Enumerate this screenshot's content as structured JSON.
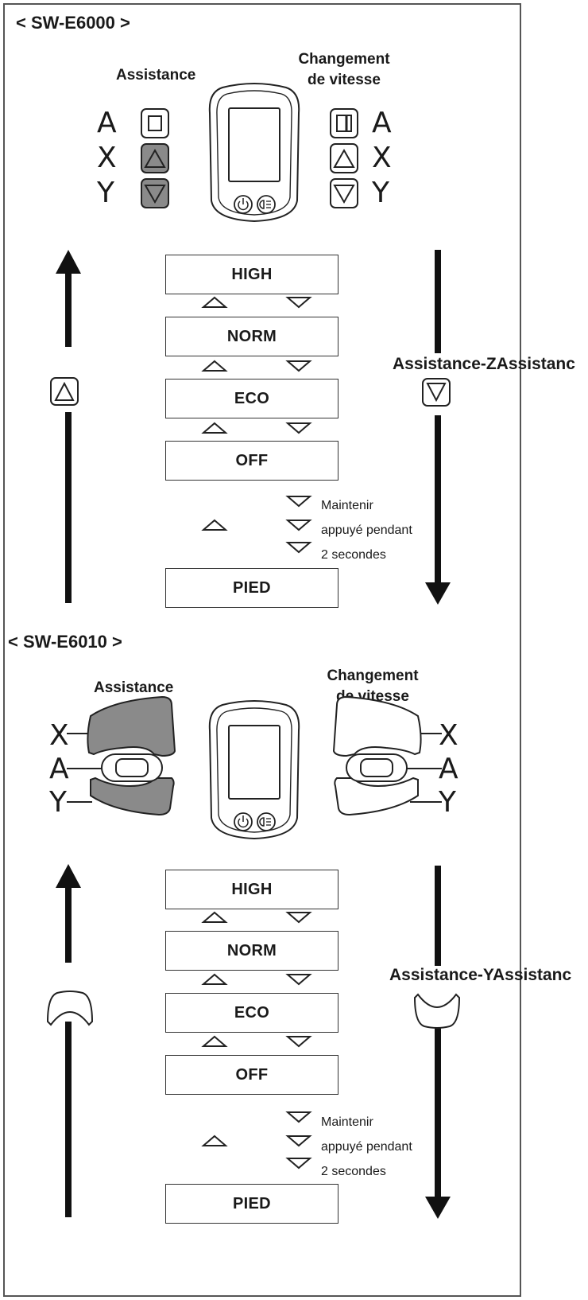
{
  "sections": [
    {
      "model": "< SW-E6000 >",
      "assist_label": "Assistance",
      "shift_label_l1": "Changement",
      "shift_label_l2": "de vitesse",
      "letters": {
        "a": "A",
        "x": "X",
        "y": "Y"
      },
      "modes": [
        "HIGH",
        "NORM",
        "ECO",
        "OFF",
        "PIED"
      ],
      "hold_note": [
        "Maintenir",
        "appuyé pendant",
        "2 secondes"
      ],
      "side_text": "Assistance-ZAssistanc"
    },
    {
      "model": "< SW-E6010 >",
      "assist_label": "Assistance",
      "shift_label_l1": "Changement",
      "shift_label_l2": "de vitesse",
      "letters": {
        "a": "A",
        "x": "X",
        "y": "Y"
      },
      "modes": [
        "HIGH",
        "NORM",
        "ECO",
        "OFF",
        "PIED"
      ],
      "hold_note": [
        "Maintenir",
        "appuyé pendant",
        "2 secondes"
      ],
      "side_text": "Assistance-YAssistanc"
    }
  ],
  "icons": [
    "power-icon",
    "light-icon",
    "up-triangle-icon",
    "down-triangle-icon",
    "up-arrow-icon",
    "down-arrow-icon"
  ],
  "colors": {
    "button_gray": "#8a8a8a",
    "line": "#1a1a1a"
  }
}
